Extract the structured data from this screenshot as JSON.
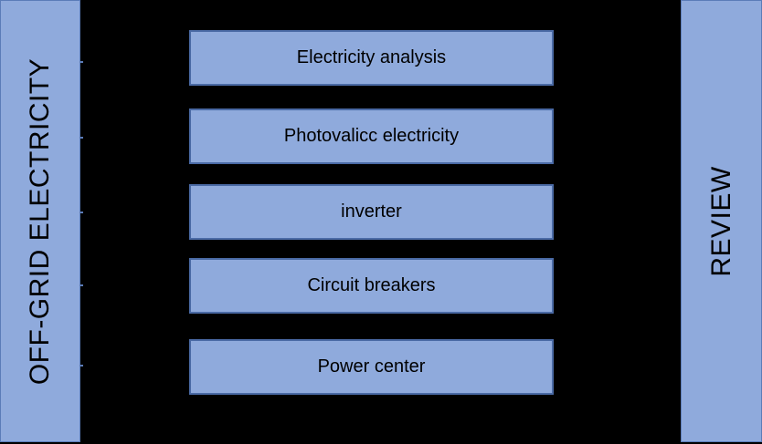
{
  "left_panel": {
    "label": "OFF-GRID ELECTRICITY"
  },
  "right_panel": {
    "label": "REVIEW"
  },
  "boxes": [
    {
      "label": "Electricity analysis"
    },
    {
      "label": "Photovalicc electricity"
    },
    {
      "label": "inverter"
    },
    {
      "label": "Circuit breakers"
    },
    {
      "label": "Power center"
    }
  ],
  "colors": {
    "background": "#000000",
    "box_fill": "#8faadc",
    "box_border": "#4a6aa5",
    "text": "#000000"
  }
}
